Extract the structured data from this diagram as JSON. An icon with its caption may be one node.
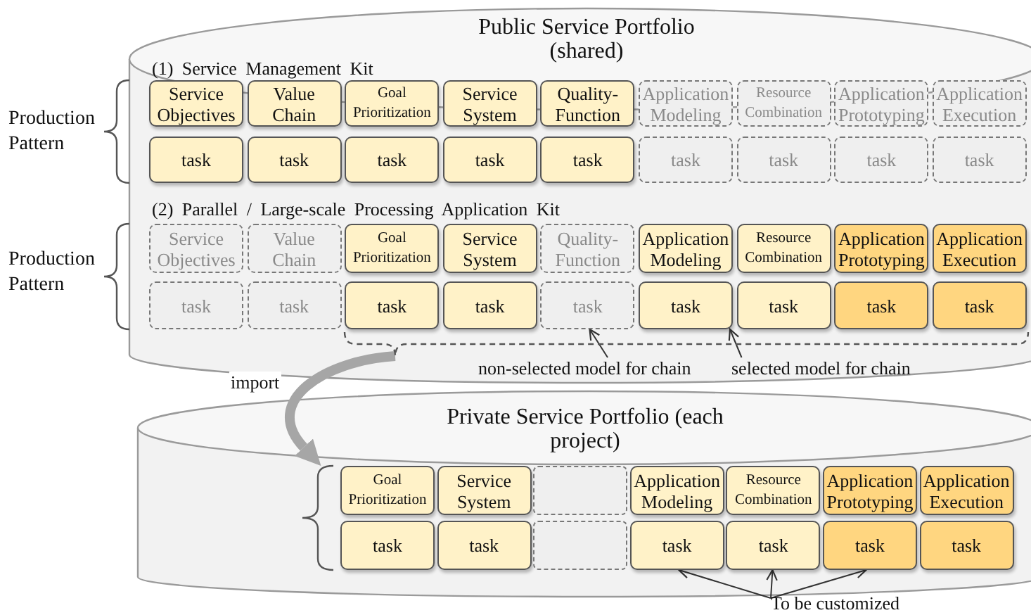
{
  "diagram": {
    "nodes": [
      {
        "text": [
          "Public Service Portfolio (shared)"
        ]
      },
      {
        "text": [
          "Service Objectives"
        ],
        "in": 0
      },
      {
        "text": [
          "Value Chain"
        ],
        "in": 0
      },
      {
        "text": [
          "Goal Prioritization"
        ],
        "in": 0
      },
      {
        "text": [
          "Service System"
        ],
        "in": 0
      },
      {
        "text": [
          "Quality-Function"
        ],
        "in": 0
      },
      {
        "text": [
          "Application Modeling"
        ],
        "in": 0
      },
      {
        "text": [
          "Resource Combination"
        ],
        "in": 0
      },
      {
        "text": [
          "Application Prototyping"
        ],
        "in": 0
      },
      {
        "text": [
          "Application Execution"
        ],
        "in": 0
      },
      {
        "text": [
          "task"
        ],
        "in": 0
      },
      {
        "text": [
          "task"
        ],
        "in": 0
      },
      {
        "text": [
          "task"
        ],
        "in": 0
      },
      {
        "text": [
          "task"
        ],
        "in": 0
      },
      {
        "text": [
          "task"
        ],
        "in": 0
      },
      {
        "text": [
          "task"
        ],
        "in": 0
      },
      {
        "text": [
          "task"
        ],
        "in": 0
      },
      {
        "text": [
          "task"
        ],
        "in": 0
      },
      {
        "text": [
          "task"
        ],
        "in": 0
      },
      {
        "text": [
          "Service Objectives"
        ],
        "in": 0
      },
      {
        "text": [
          "Value Chain"
        ],
        "in": 0
      },
      {
        "text": [
          "Goal Prioritization"
        ],
        "in": 0
      },
      {
        "text": [
          "Service System"
        ],
        "in": 0
      },
      {
        "text": [
          "Quality-Function"
        ],
        "in": 0
      },
      {
        "text": [
          "Application Modeling"
        ],
        "in": 0
      },
      {
        "text": [
          "Resource Combination"
        ],
        "in": 0
      },
      {
        "text": [
          "Application Prototyping"
        ],
        "in": 0
      },
      {
        "text": [
          "Application Execution"
        ],
        "in": 0
      },
      {
        "text": [
          "task"
        ],
        "in": 0
      },
      {
        "text": [
          "task"
        ],
        "in": 0
      },
      {
        "text": [
          "task"
        ],
        "in": 0
      },
      {
        "text": [
          "task"
        ],
        "in": 0
      },
      {
        "text": [
          "task"
        ],
        "in": 0
      },
      {
        "text": [
          "task"
        ],
        "in": 0
      },
      {
        "text": [
          "task"
        ],
        "in": 0
      },
      {
        "text": [
          "task"
        ],
        "in": 0
      },
      {
        "text": [
          "task"
        ],
        "in": 0
      },
      {
        "text": [],
        "shape": "brace",
        "in": 0
      },
      {
        "text": [
          "non-selected model for chain"
        ],
        "in": 0
      },
      {
        "text": [
          "selected model for chain"
        ],
        "in": 0
      },
      {
        "text": [
          "Private Service Portfolio (each project)"
        ]
      },
      {
        "text": [],
        "shape": "brace",
        "in": 40
      },
      {
        "text": [
          "Goal Prioritization"
        ],
        "in": 40
      },
      {
        "text": [
          "Service System"
        ],
        "in": 40
      },
      {
        "text": [],
        "shape": "box",
        "in": 40
      },
      {
        "text": [
          "Application Modeling"
        ],
        "in": 40
      },
      {
        "text": [
          "Resource Combination"
        ],
        "in": 40
      },
      {
        "text": [
          "Application Prototyping"
        ],
        "in": 40
      },
      {
        "text": [
          "Application Execution"
        ],
        "in": 40
      },
      {
        "text": [
          "task"
        ],
        "in": 40
      },
      {
        "text": [
          "task"
        ],
        "in": 40
      },
      {
        "text": [],
        "shape": "box",
        "in": 40
      },
      {
        "text": [
          "task"
        ],
        "in": 40
      },
      {
        "text": [
          "task"
        ],
        "in": 40
      },
      {
        "text": [
          "task"
        ],
        "in": 40
      },
      {
        "text": [
          "task"
        ],
        "in": 40
      },
      {
        "text": [
          "To be customized"
        ]
      }
    ],
    "edges": [
      {
        "from": 38,
        "to": 32,
        "arrow": "to"
      },
      {
        "from": 39,
        "to": 33,
        "arrow": "to"
      },
      {
        "from": 37,
        "to": 41,
        "arrow": "to",
        "label": "import",
        "style": "thick",
        "color": "#a6a6a6"
      },
      {
        "from": 56,
        "to": 52,
        "arrow": "to"
      },
      {
        "from": 56,
        "to": 53,
        "arrow": "to"
      },
      {
        "from": 56,
        "to": 54,
        "arrow": "to"
      }
    ],
    "labels": [
      "(1) Service Management Kit",
      "Production Pattern",
      "(2) Parallel / Large-scale Processing Application Kit",
      "Production Pattern"
    ]
  }
}
